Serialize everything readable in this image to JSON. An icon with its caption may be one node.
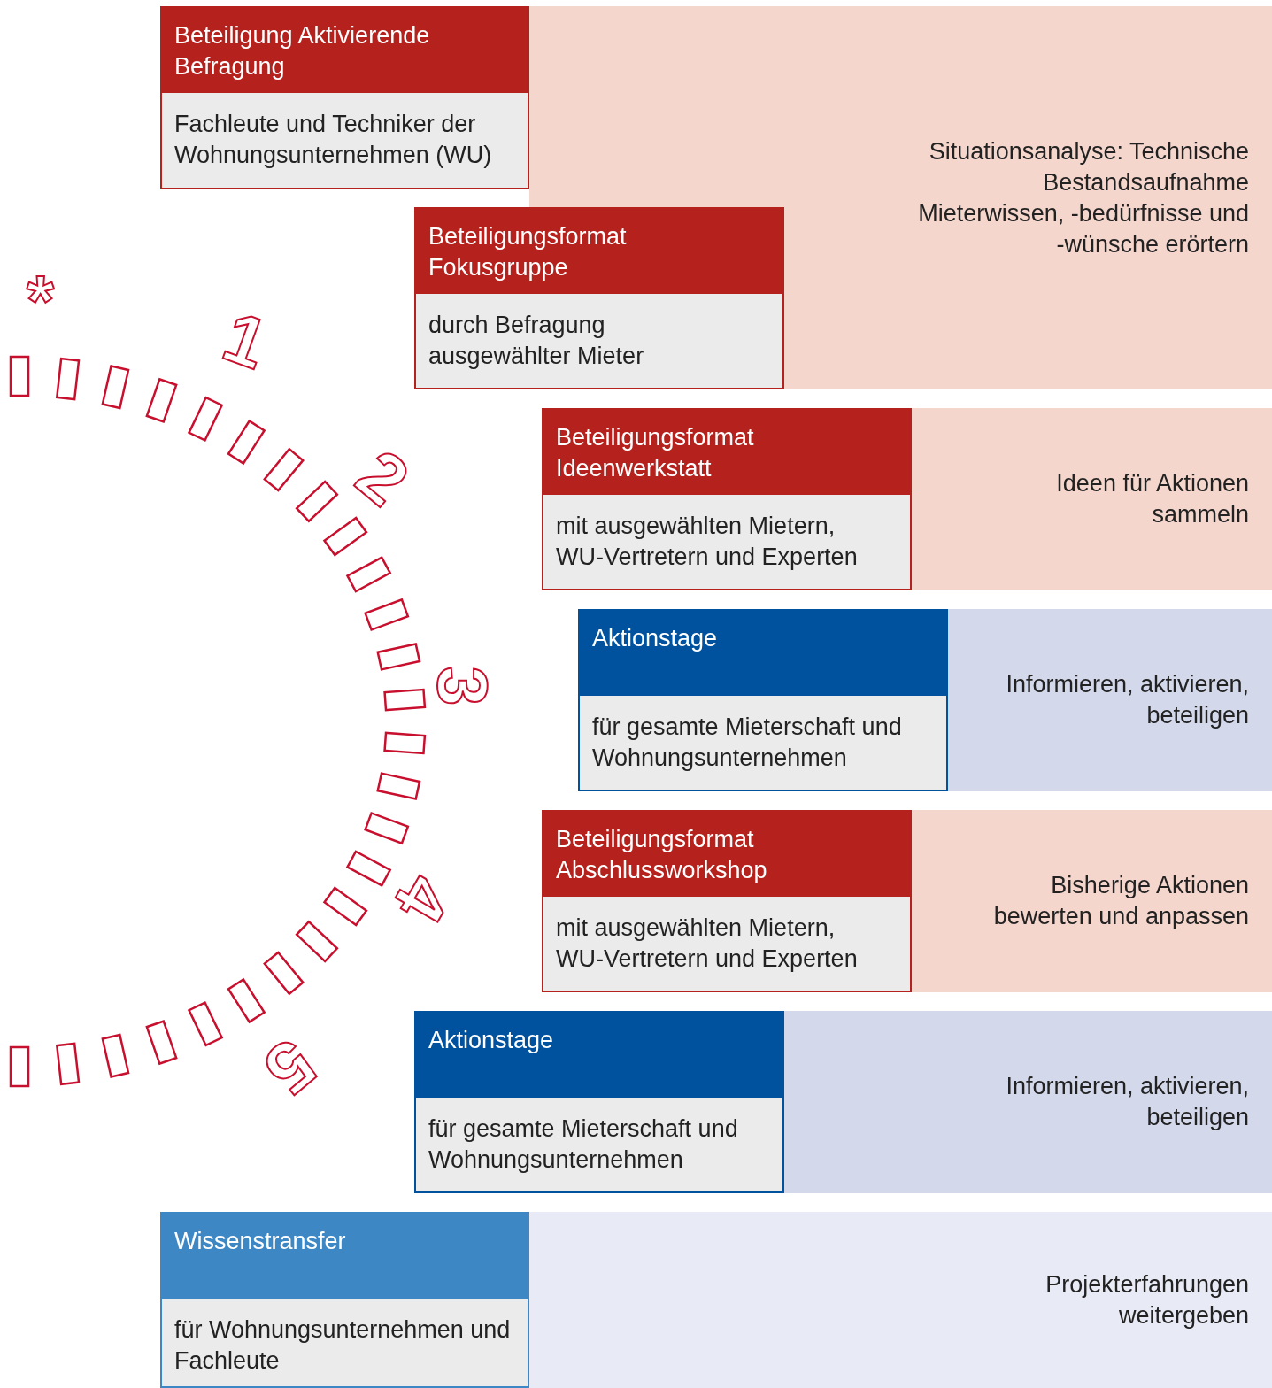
{
  "diagram": {
    "nodes": [
      {
        "text": [
          "Beteiligung Aktivierende Befragung",
          "Fachleute und Techniker der Wohnungsunternehmen (WU)"
        ]
      },
      {
        "text": [
          "Beteiligungsformat Fokusgruppe",
          "durch Befragung ausgewählter Mieter"
        ]
      },
      {
        "text": [
          "Situationsanalyse: Technische Bestandsaufnahme Mieterwissen, -bedürfnisse und -wünsche erörtern"
        ]
      },
      {
        "text": [
          "Beteiligungsformat Ideenwerkstatt",
          "mit ausgewählten Mietern, WU-Vertretern und Experten"
        ]
      },
      {
        "text": [
          "Ideen für Aktionen sammeln"
        ]
      },
      {
        "text": [
          "Aktionstage",
          "für gesamte Mieterschaft und Wohnungsunternehmen"
        ]
      },
      {
        "text": [
          "Informieren, aktivieren, beteiligen"
        ]
      },
      {
        "text": [
          "Beteiligungsformat Abschlussworkshop",
          "mit ausgewählten Mietern, WU-Vertretern und Experten"
        ]
      },
      {
        "text": [
          "Bisherige Aktionen bewerten und anpassen"
        ]
      },
      {
        "text": [
          "Aktionstage",
          "für gesamte Mieterschaft und Wohnungsunternehmen"
        ]
      },
      {
        "text": [
          "Informieren, aktivieren, beteiligen"
        ]
      },
      {
        "text": [
          "Wissenstransfer",
          "für Wohnungsunternehmen und Fachleute"
        ]
      },
      {
        "text": [
          "Projekterfahrungen weitergeben"
        ]
      }
    ],
    "labels": [
      "*",
      "1",
      "2",
      "3",
      "4",
      "5"
    ]
  }
}
